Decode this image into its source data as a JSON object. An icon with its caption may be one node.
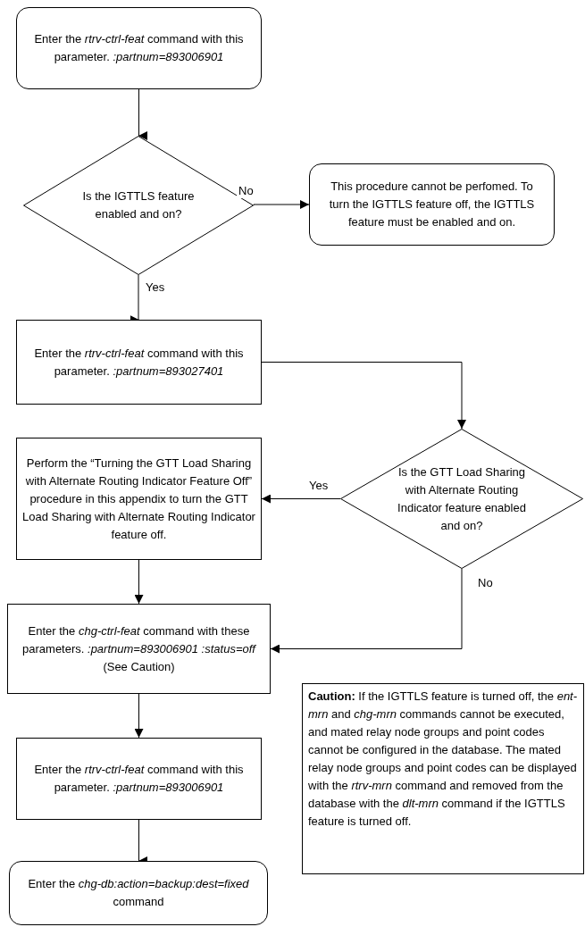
{
  "diagram": {
    "nodes": [
      {
        "text": [
          "Enter the *rtrv-ctrl-feat* command with this parameter. *:partnum=893006901*"
        ]
      },
      {
        "text": [
          "Is the IGTTLS feature enabled and on?"
        ]
      },
      {
        "text": [
          "This procedure cannot be perfomed.  To turn the IGTTLS feature off, the IGTTLS feature must be enabled and on."
        ]
      },
      {
        "text": [
          "Enter the *rtrv-ctrl-feat* command with this parameter. *:partnum=893027401*"
        ]
      },
      {
        "text": [
          "Perform the “Turning the GTT Load Sharing with Alternate Routing Indicator Feature Off” procedure in this appendix to turn the GTT Load Sharing with Alternate Routing Indicator feature off."
        ]
      },
      {
        "text": [
          "Is the GTT Load Sharing with Alternate Routing Indicator feature enabled and on?"
        ]
      },
      {
        "text": [
          "Enter the *chg-ctrl-feat* command with these parameters. *:partnum=893006901* *:status=off* (See Caution)"
        ]
      },
      {
        "text": [
          "Enter the *rtrv-ctrl-feat* command with this parameter. *:partnum=893006901*"
        ]
      },
      {
        "text": [
          "Enter the *chg-db:action=backup:dest=fixed* command"
        ]
      },
      {
        "text": [
          "**Caution:** If the IGTTLS feature is turned off, the *ent-mrn* and *chg-mrn* commands cannot be executed, and mated relay node groups and point codes cannot be configured in the database.  The mated relay node groups and point codes can be displayed with the *rtrv-mrn* command and removed from the database with the *dlt-mrn* command if the IGTTLS feature is turned off."
        ]
      }
    ],
    "edges": [
      {
        "from": 0,
        "to": 1,
        "arrow": "to"
      },
      {
        "from": 1,
        "to": 2,
        "arrow": "to",
        "label": "No"
      },
      {
        "from": 1,
        "to": 3,
        "arrow": "to",
        "label": "Yes"
      },
      {
        "from": 3,
        "to": 5,
        "arrow": "to"
      },
      {
        "from": 5,
        "to": 4,
        "arrow": "to",
        "label": "Yes"
      },
      {
        "from": 5,
        "to": 6,
        "arrow": "to",
        "label": "No"
      },
      {
        "from": 4,
        "to": 6,
        "arrow": "to"
      },
      {
        "from": 6,
        "to": 7,
        "arrow": "to"
      },
      {
        "from": 7,
        "to": 8,
        "arrow": "to"
      }
    ]
  }
}
